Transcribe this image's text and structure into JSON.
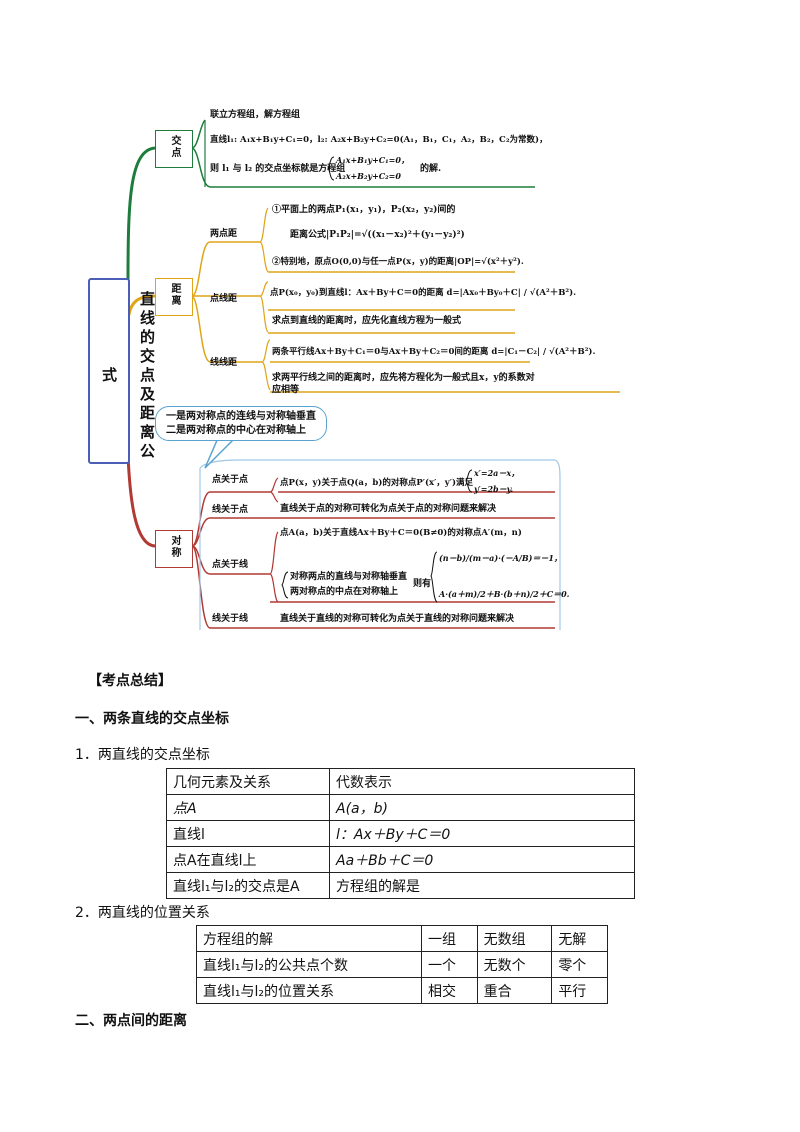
{
  "mindmap": {
    "root": "直线的交点及距离公式",
    "intersection": {
      "label": "交点",
      "line1": "联立方程组，解方程组",
      "line2": "直线l₁: A₁x+B₁y+C₁=0，l₂: A₂x+B₂y+C₂=0(A₁，B₁，C₁，A₂，B₂，C₂为常数)，",
      "line3_pre": "则 l₁ 与 l₂ 的交点坐标就是方程组",
      "eq1": "A₁x+B₁y+C₁=0，",
      "eq2": "A₂x+B₂y+C₂=0",
      "line3_post": "的解."
    },
    "distance": {
      "label": "距离",
      "two_point": {
        "label": "两点距",
        "l1": "①平面上的两点P₁(x₁，y₁)，P₂(x₂，y₂)间的",
        "l2": "距离公式|P₁P₂|=√((x₁－x₂)²＋(y₁－y₂)²)",
        "l3": "②特别地，原点O(0,0)与任一点P(x，y)的距离|OP|=√(x²＋y²)."
      },
      "point_line": {
        "label": "点线距",
        "l1": "点P(x₀，y₀)到直线l：Ax＋By＋C＝0的距离 d=|Ax₀＋By₀＋C| / √(A²＋B²).",
        "l2": "求点到直线的距离时，应先化直线方程为一般式"
      },
      "line_line": {
        "label": "线线距",
        "l1": "两条平行线Ax＋By＋C₁＝0与Ax＋By＋C₂＝0间的距离 d=|C₁－C₂| / √(A²＋B²).",
        "l2": "求两平行线之间的距离时，应先将方程化为一般式且x，y的系数对",
        "l3": "应相等"
      }
    },
    "callout": {
      "l1": "一是两对称点的连线与对称轴垂直",
      "l2": "二是两对称点的中心在对称轴上"
    },
    "symmetry": {
      "label": "对称",
      "pp": {
        "label": "点关于点",
        "text": "点P(x，y)关于点Q(a，b)的对称点P′(x′，y′)满足",
        "eq1": "x′=2a－x，",
        "eq2": "y′=2b－y."
      },
      "lp": {
        "label": "线关于点",
        "text": "直线关于点的对称可转化为点关于点的对称问题来解决"
      },
      "pl": {
        "label": "点关于线",
        "text": "点A(a，b)关于直线Ax＋By＋C＝0(B≠0)的对称点A′(m，n)",
        "c1": "对称两点的直线与对称轴垂直",
        "c2": "两对称点的中点在对称轴上",
        "then": "则有",
        "e1": "(n－b)/(m－a)·(－A/B)＝－1，",
        "e2": "A·(a＋m)/2＋B·(b＋n)/2＋C＝0."
      },
      "ll": {
        "label": "线关于线",
        "text": "直线关于直线的对称可转化为点关于直线的对称问题来解决"
      }
    }
  },
  "summary_title": "【考点总结】",
  "section1": "一、两条直线的交点坐标",
  "sub1": "1．两直线的交点坐标",
  "table1": [
    [
      "几何元素及关系",
      "代数表示"
    ],
    [
      "点A",
      "A(a，b)"
    ],
    [
      "直线l",
      "l：Ax＋By＋C＝0"
    ],
    [
      "点A在直线l上",
      "Aa＋Bb＋C＝0"
    ],
    [
      "直线l₁与l₂的交点是A",
      "方程组的解是"
    ]
  ],
  "sub2": "2．两直线的位置关系",
  "table2": [
    [
      "方程组的解",
      "一组",
      "无数组",
      "无解"
    ],
    [
      "直线l₁与l₂的公共点个数",
      "一个",
      "无数个",
      "零个"
    ],
    [
      "直线l₁与l₂的位置关系",
      "相交",
      "重合",
      "平行"
    ]
  ],
  "section2": "二、两点间的距离",
  "colors": {
    "green": "#1e7d3c",
    "orange": "#e0a418",
    "red": "#b23a35",
    "root_border": "#4a5fb5",
    "callout": "#5ba3cf"
  }
}
